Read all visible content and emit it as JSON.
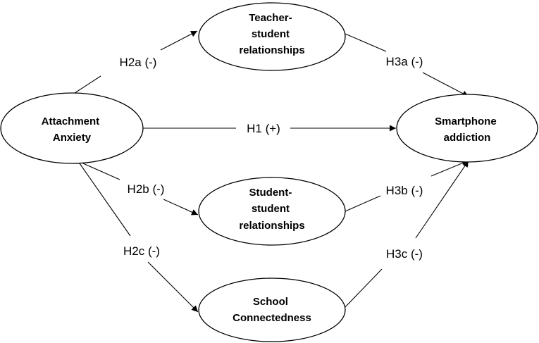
{
  "nodes": {
    "attachment_anxiety": {
      "lines": [
        "Attachment",
        "Anxiety"
      ]
    },
    "teacher_student": {
      "lines": [
        "Teacher-",
        "student",
        "relationships"
      ]
    },
    "student_student": {
      "lines": [
        "Student-",
        "student",
        "relationships"
      ]
    },
    "school_connectedness": {
      "lines": [
        "School",
        "Connectedness"
      ]
    },
    "smartphone_addiction": {
      "lines": [
        "Smartphone",
        "addiction"
      ]
    }
  },
  "edges": {
    "h1": {
      "label": "H1 (+)"
    },
    "h2a": {
      "label": "H2a (-)"
    },
    "h2b": {
      "label": "H2b (-)"
    },
    "h2c": {
      "label": "H2c (-)"
    },
    "h3a": {
      "label": "H3a (-)"
    },
    "h3b": {
      "label": "H3b (-)"
    },
    "h3c": {
      "label": "H3c (-)"
    }
  }
}
